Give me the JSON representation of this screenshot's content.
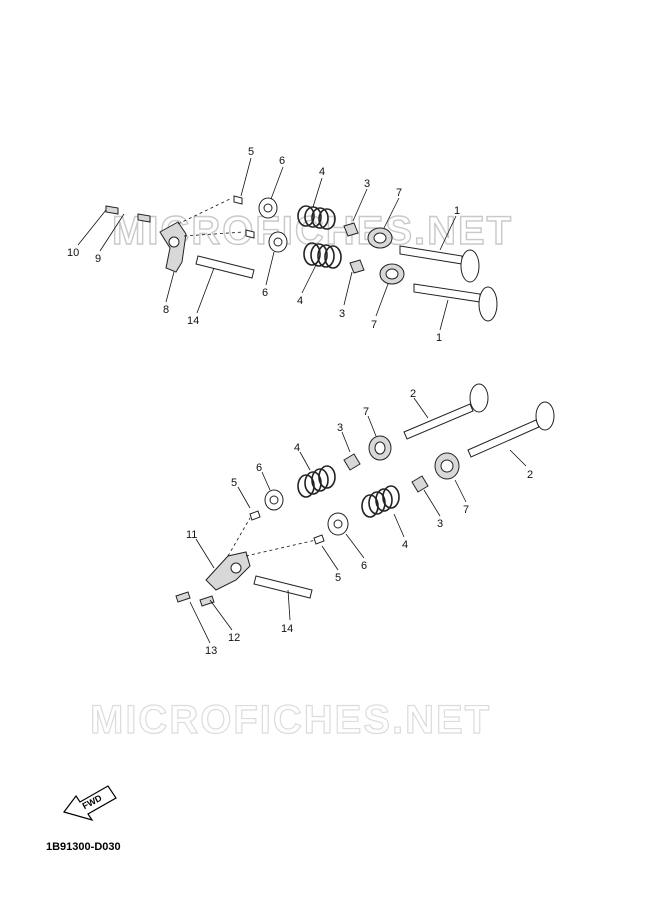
{
  "watermarks": [
    "MICROFICHES.NET",
    "MICROFICHES.NET"
  ],
  "diagram_code": "1B91300-D030",
  "fwd_label": "FWD",
  "callouts": {
    "top": [
      "5",
      "6",
      "4",
      "3",
      "7",
      "1",
      "10",
      "9",
      "8",
      "14",
      "6",
      "4",
      "3",
      "7",
      "1"
    ],
    "bottom": [
      "2",
      "7",
      "3",
      "4",
      "6",
      "5",
      "2",
      "7",
      "3",
      "11",
      "4",
      "6",
      "5",
      "14",
      "12",
      "13"
    ]
  }
}
